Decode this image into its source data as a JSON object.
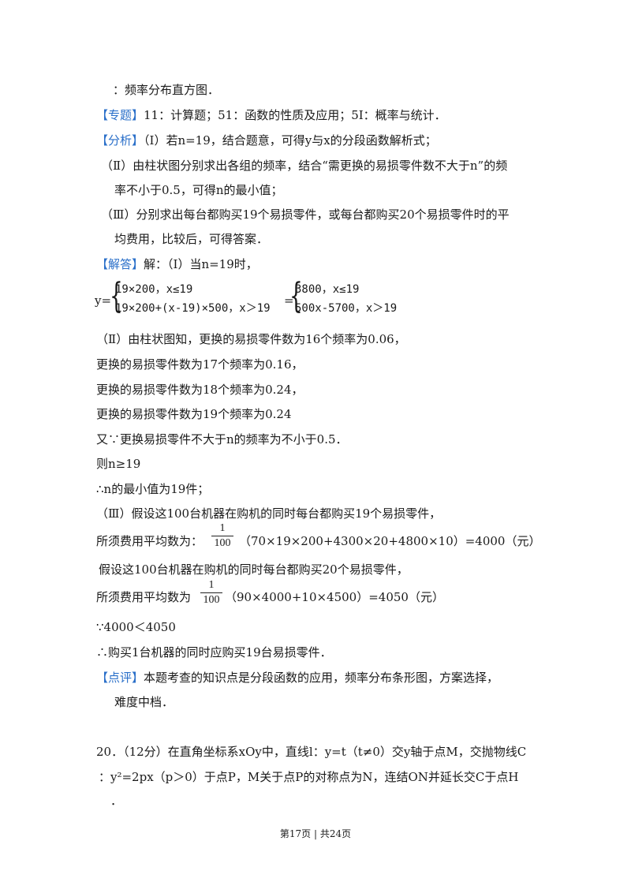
{
  "lines": {
    "kp": "：频率分布直方图．",
    "topic_tag": "【专题】",
    "topic_text": "11：计算题；51：函数的性质及应用；5I：概率与统计．",
    "analysis_tag": "【分析】",
    "analysis_1": "（Ⅰ）若n=19，结合题意，可得y与x的分段函数解析式；",
    "analysis_2a": "（Ⅱ）由柱状图分别求出各组的频率，结合“需更换的易损零件数不大于n”的频",
    "analysis_2b": "率不小于0.5，可得n的最小值；",
    "analysis_3a": "（Ⅲ）分别求出每台都购买19个易损零件，或每台都购买20个易损零件时的平",
    "analysis_3b": "均费用，比较后，可得答案．",
    "solution_tag": "【解答】",
    "solution_1": "解：（Ⅰ）当n=19时，",
    "y_eq": "y=",
    "piece1_a": "19×200，x≤19",
    "piece1_b": "19×200+(x-19)×500，x＞19",
    "equals": "=",
    "piece2_a": "3800，x≤19",
    "piece2_b": "500x-5700，x＞19",
    "s2_1": "（Ⅱ）由柱状图知，更换的易损零件数为16个频率为0.06，",
    "s2_2": "更换的易损零件数为17个频率为0.16，",
    "s2_3": "更换的易损零件数为18个频率为0.24，",
    "s2_4": "更换的易损零件数为19个频率为0.24",
    "s2_5": "又∵更换易损零件不大于n的频率为不小于0.5．",
    "s2_6": "则n≥19",
    "s2_7": "∴n的最小值为19件；",
    "s3_1": "（Ⅲ）假设这100台机器在购机的同时每台都购买19个易损零件，",
    "s3_2_pre": "所须费用平均数为：",
    "s3_2_post": "（70×19×200+4300×20+4800×10）=4000（元）",
    "s3_3": "假设这100台机器在购机的同时每台都购买20个易损零件，",
    "s3_4_pre": "所须费用平均数为",
    "s3_4_post": "（90×4000+10×4500）=4050（元）",
    "frac_num": "1",
    "frac_den": "100",
    "s3_5": "∵4000＜4050",
    "s3_6": "∴购买1台机器的同时应购买19台易损零件．",
    "comment_tag": "【点评】",
    "comment_a": "本题考查的知识点是分段函数的应用，频率分布条形图，方案选择，",
    "comment_b": "难度中档．",
    "q20_a": "20．（12分）在直角坐标系xOy中，直线l：y=t（t≠0）交y轴于点M，交抛物线C",
    "q20_b": "：y²=2px（p＞0）于点P，M关于点P的对称点为N，连结ON并延长交C于点H",
    "q20_c": "．"
  },
  "footer": "第17页 | 共24页"
}
